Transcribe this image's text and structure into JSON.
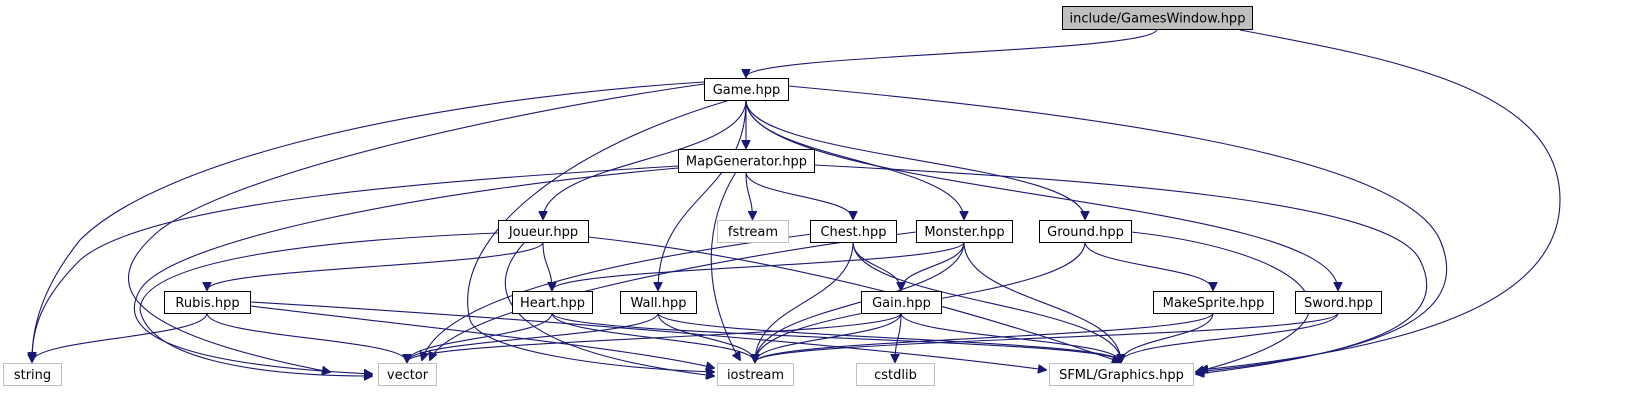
{
  "diagram": {
    "type": "include-dependency-graph",
    "colors": {
      "edge": "#191970",
      "root_fill": "#bfbfbf",
      "node_border": "#000000",
      "system_border": "#bfbfbf",
      "background": "#ffffff"
    },
    "nodes": [
      {
        "id": "gameswindow",
        "label": "include/GamesWindow.hpp",
        "kind": "root"
      },
      {
        "id": "game",
        "label": "Game.hpp",
        "kind": "project"
      },
      {
        "id": "mapgen",
        "label": "MapGenerator.hpp",
        "kind": "project"
      },
      {
        "id": "joueur",
        "label": "Joueur.hpp",
        "kind": "project"
      },
      {
        "id": "chest",
        "label": "Chest.hpp",
        "kind": "project"
      },
      {
        "id": "monster",
        "label": "Monster.hpp",
        "kind": "project"
      },
      {
        "id": "ground",
        "label": "Ground.hpp",
        "kind": "project"
      },
      {
        "id": "rubis",
        "label": "Rubis.hpp",
        "kind": "project"
      },
      {
        "id": "heart",
        "label": "Heart.hpp",
        "kind": "project"
      },
      {
        "id": "wall",
        "label": "Wall.hpp",
        "kind": "project"
      },
      {
        "id": "gain",
        "label": "Gain.hpp",
        "kind": "project"
      },
      {
        "id": "makesprite",
        "label": "MakeSprite.hpp",
        "kind": "project"
      },
      {
        "id": "sword",
        "label": "Sword.hpp",
        "kind": "project"
      },
      {
        "id": "fstream",
        "label": "fstream",
        "kind": "system"
      },
      {
        "id": "string",
        "label": "string",
        "kind": "system"
      },
      {
        "id": "vector",
        "label": "vector",
        "kind": "system"
      },
      {
        "id": "iostream",
        "label": "iostream",
        "kind": "system"
      },
      {
        "id": "cstdlib",
        "label": "cstdlib",
        "kind": "system"
      },
      {
        "id": "sfml",
        "label": "SFML/Graphics.hpp",
        "kind": "system"
      }
    ],
    "edges": [
      {
        "from": "gameswindow",
        "to": "game"
      },
      {
        "from": "gameswindow",
        "to": "sfml"
      },
      {
        "from": "game",
        "to": "string"
      },
      {
        "from": "game",
        "to": "vector"
      },
      {
        "from": "game",
        "to": "iostream"
      },
      {
        "from": "game",
        "to": "joueur"
      },
      {
        "from": "game",
        "to": "wall"
      },
      {
        "from": "game",
        "to": "mapgen"
      },
      {
        "from": "game",
        "to": "monster"
      },
      {
        "from": "game",
        "to": "ground"
      },
      {
        "from": "game",
        "to": "sword"
      },
      {
        "from": "game",
        "to": "sfml"
      },
      {
        "from": "mapgen",
        "to": "string"
      },
      {
        "from": "mapgen",
        "to": "vector"
      },
      {
        "from": "mapgen",
        "to": "fstream"
      },
      {
        "from": "mapgen",
        "to": "chest"
      },
      {
        "from": "mapgen",
        "to": "iostream"
      },
      {
        "from": "mapgen",
        "to": "sfml"
      },
      {
        "from": "joueur",
        "to": "vector"
      },
      {
        "from": "joueur",
        "to": "rubis"
      },
      {
        "from": "joueur",
        "to": "heart"
      },
      {
        "from": "joueur",
        "to": "iostream"
      },
      {
        "from": "joueur",
        "to": "sfml"
      },
      {
        "from": "chest",
        "to": "vector"
      },
      {
        "from": "chest",
        "to": "gain"
      },
      {
        "from": "chest",
        "to": "iostream"
      },
      {
        "from": "chest",
        "to": "sfml"
      },
      {
        "from": "monster",
        "to": "heart"
      },
      {
        "from": "monster",
        "to": "vector"
      },
      {
        "from": "monster",
        "to": "gain"
      },
      {
        "from": "monster",
        "to": "iostream"
      },
      {
        "from": "monster",
        "to": "sfml"
      },
      {
        "from": "ground",
        "to": "makesprite"
      },
      {
        "from": "ground",
        "to": "iostream"
      },
      {
        "from": "ground",
        "to": "sfml"
      },
      {
        "from": "rubis",
        "to": "string"
      },
      {
        "from": "rubis",
        "to": "vector"
      },
      {
        "from": "rubis",
        "to": "iostream"
      },
      {
        "from": "rubis",
        "to": "sfml"
      },
      {
        "from": "heart",
        "to": "vector"
      },
      {
        "from": "heart",
        "to": "iostream"
      },
      {
        "from": "heart",
        "to": "sfml"
      },
      {
        "from": "wall",
        "to": "vector"
      },
      {
        "from": "wall",
        "to": "iostream"
      },
      {
        "from": "wall",
        "to": "sfml"
      },
      {
        "from": "gain",
        "to": "vector"
      },
      {
        "from": "gain",
        "to": "iostream"
      },
      {
        "from": "gain",
        "to": "cstdlib"
      },
      {
        "from": "gain",
        "to": "sfml"
      },
      {
        "from": "makesprite",
        "to": "iostream"
      },
      {
        "from": "makesprite",
        "to": "sfml"
      },
      {
        "from": "sword",
        "to": "iostream"
      },
      {
        "from": "sword",
        "to": "sfml"
      }
    ]
  }
}
